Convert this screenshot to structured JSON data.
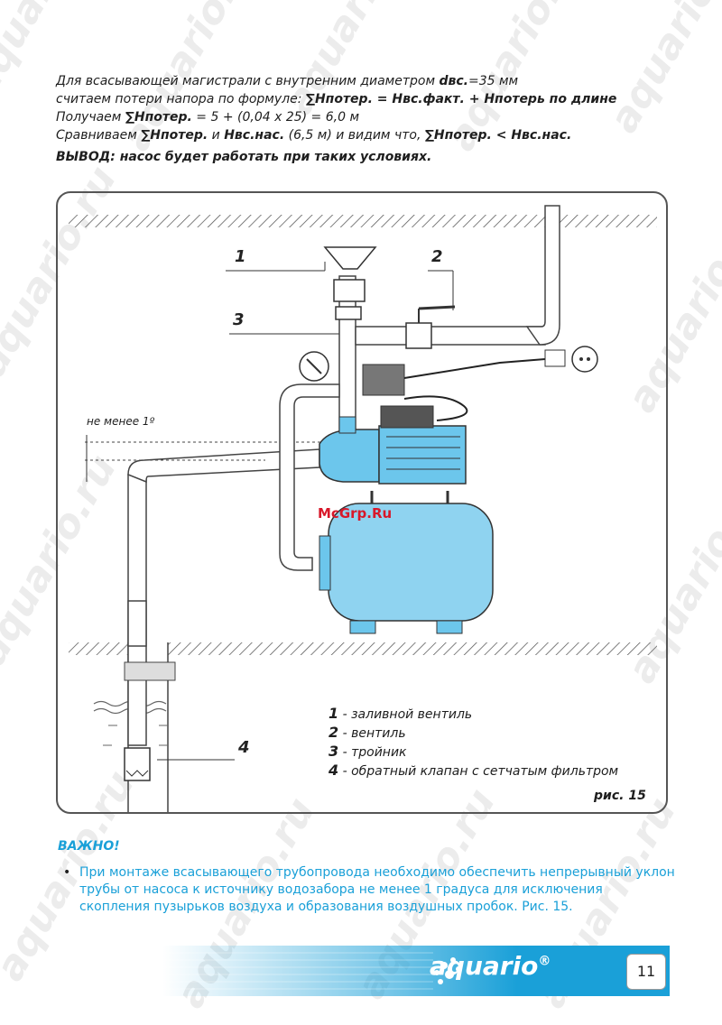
{
  "intro": {
    "line1_pre": "Для всасывающей магистрали с внутренним диаметром ",
    "line1_bold": "dвс.",
    "line1_post": "=35 мм",
    "line2_pre": "считаем потери напора по формуле: ",
    "line2_bold": "∑Нпотер. = Нвс.факт. + Нпотерь по длине",
    "line3_pre": "Получаем ",
    "line3_bold": "∑Нпотер.",
    "line3_post": " = 5 + (0,04 х 25) = 6,0 м",
    "line4_pre": "Сравниваем ",
    "line4_b1": "∑Нпотер.",
    "line4_mid1": " и ",
    "line4_b2": "Нвс.нас.",
    "line4_mid2": " (6,5 м) и видим что, ",
    "line4_b3": "∑Нпотер. < Нвс.нас."
  },
  "conclusion": "ВЫВОД: насос будет работать при таких условиях.",
  "figure": {
    "callout_1": "1",
    "callout_2": "2",
    "callout_3": "3",
    "callout_4": "4",
    "slope_note": "не менее 1º",
    "watermark": "McGrp.Ru",
    "legend": [
      {
        "num": "1",
        "text": " - заливной вентиль"
      },
      {
        "num": "2",
        "text": " - вентиль"
      },
      {
        "num": "3",
        "text": " - тройник"
      },
      {
        "num": "4",
        "text": " - обратный клапан с сетчатым фильтром"
      }
    ],
    "caption": "рис. 15"
  },
  "important": {
    "title": "ВАЖНО!",
    "bullet": "•",
    "text": "При монтаже всасывающего трубопровода необходимо обеспечить непрерывный уклон трубы от насоса к источнику водозабора не менее 1 градуса  для исключения скопления пузырьков воздуха и образования воздушных пробок.  Рис. 15."
  },
  "footer": {
    "brand": "aquario",
    "registered": "®",
    "page_number": "11"
  },
  "colors": {
    "accent": "#1aa0d8",
    "tank": "#8fd3f0",
    "pump": "#6cc6ec",
    "watermark_red": "#d8182a"
  }
}
